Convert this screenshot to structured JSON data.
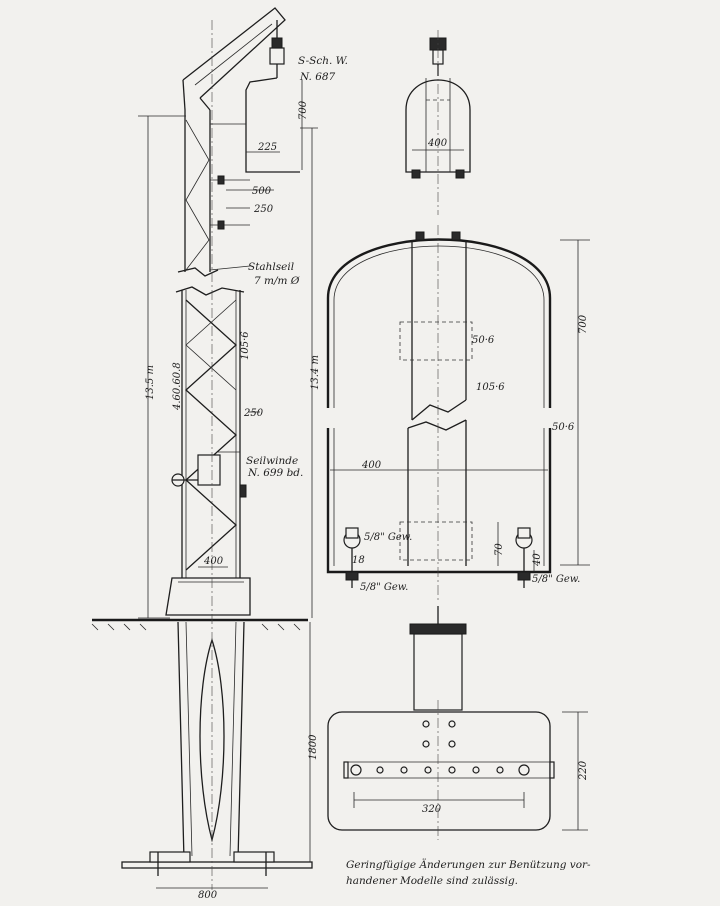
{
  "labels": {
    "signal_wire": "S-Sch. W.",
    "signal_wire_no": "N. 687",
    "steel_rope": "Stahlseil",
    "steel_rope_size": "7 m/m Ø",
    "winch": "Seilwinde",
    "winch_no": "N. 699 bd.",
    "bolt_gew_left": "5/8\" Gew.",
    "bolt_gew_right": "5/8\" Gew.",
    "bolt_gew_bottom": "5/8\" Gew.",
    "plate_left": "50·6",
    "plate_right": "50·6",
    "flat_bar": "105·6"
  },
  "dimensions": {
    "d_700_top": "700",
    "d_225": "225",
    "d_500": "500",
    "d_250_top": "250",
    "d_135m": "13.5 m",
    "d_134m": "13.4 m",
    "d_profile": "4.60.60.8",
    "d_105_6": "105·6",
    "d_250_mid": "250",
    "d_400_mast": "400",
    "d_1800": "1800",
    "d_800": "800",
    "d_400_small": "400",
    "d_700_right": "700",
    "d_400_big": "400",
    "d_70": "70",
    "d_40": "40",
    "d_18": "18",
    "d_220": "220",
    "d_320": "320"
  },
  "footnote": {
    "line1": "Geringfügige Änderungen zur Benützung vor-",
    "line2": "handener Modelle sind zulässig."
  }
}
